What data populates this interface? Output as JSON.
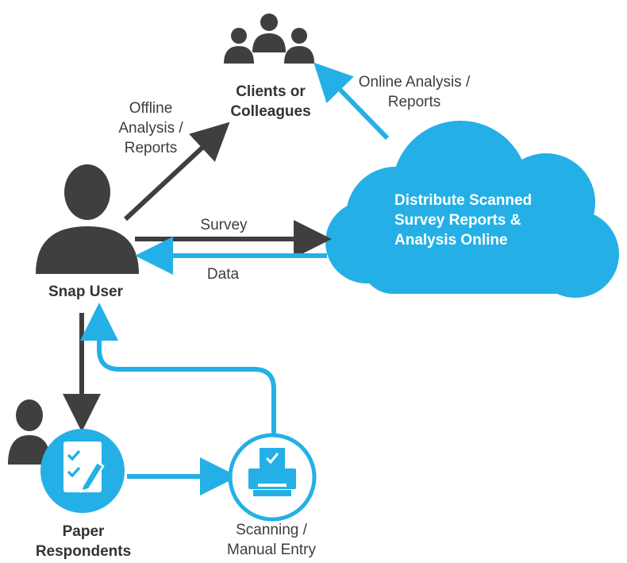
{
  "colors": {
    "dark": "#3f3f3f",
    "blue": "#24b0e6",
    "text": "#3d3d3d"
  },
  "nodes": {
    "clients": {
      "line1": "Clients or",
      "line2": "Colleagues",
      "icon": "group-icon"
    },
    "snap_user": {
      "label": "Snap User",
      "icon": "user-icon"
    },
    "cloud": {
      "line1": "Distribute Scanned",
      "line2": "Survey Reports &",
      "line3": "Analysis Online",
      "icon": "cloud-icon"
    },
    "paper": {
      "line1": "Paper",
      "line2": "Respondents",
      "icon": "checklist-pencil-icon"
    },
    "scanning": {
      "line1": "Scanning /",
      "line2": "Manual Entry",
      "icon": "scanner-icon"
    }
  },
  "edges": {
    "offline": {
      "line1": "Offline",
      "line2": "Analysis /",
      "line3": "Reports"
    },
    "online": {
      "line1": "Online Analysis /",
      "line2": "Reports"
    },
    "survey": {
      "label": "Survey"
    },
    "data": {
      "label": "Data"
    }
  }
}
